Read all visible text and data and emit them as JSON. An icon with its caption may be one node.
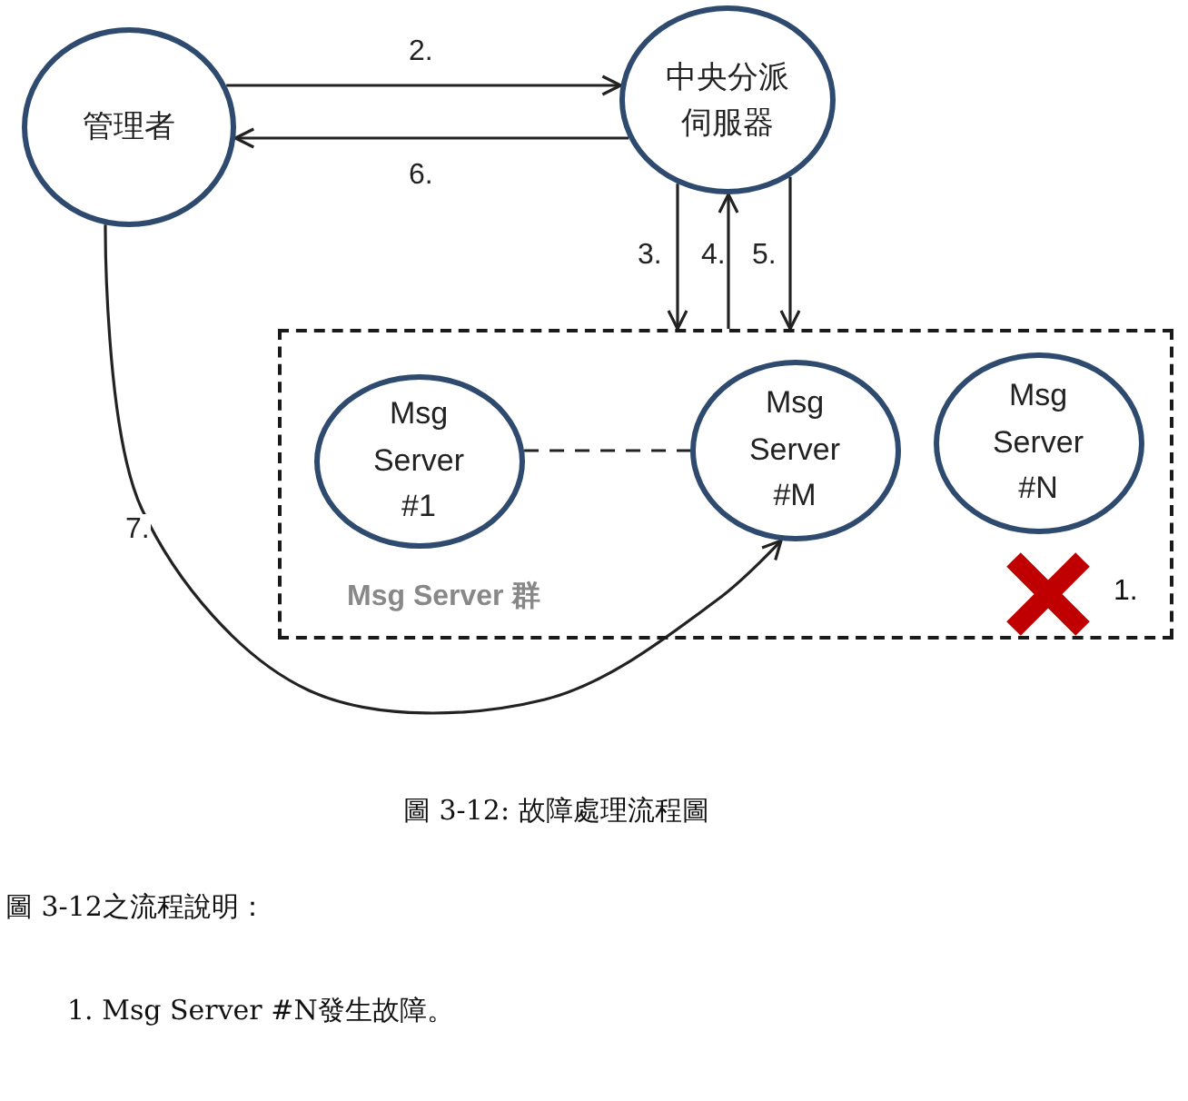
{
  "diagram": {
    "caption": "圖 3-12: 故障處理流程圖",
    "nodes": [
      {
        "text": [
          "管理者"
        ]
      },
      {
        "text": [
          "中央分派伺服器"
        ]
      },
      {
        "text": [
          "Msg Server 群"
        ]
      },
      {
        "text": [
          "Msg Server #1"
        ],
        "in": 2
      },
      {
        "text": [
          "Msg Server #M"
        ],
        "in": 2
      },
      {
        "text": [
          "Msg Server #N"
        ],
        "in": 2
      }
    ],
    "edges": [
      {
        "from": 0,
        "to": 1,
        "arrow": "to",
        "label": "2."
      },
      {
        "from": 1,
        "to": 0,
        "arrow": "to",
        "label": "6."
      },
      {
        "from": 1,
        "to": 2,
        "arrow": "to",
        "label": "3."
      },
      {
        "from": 2,
        "to": 1,
        "arrow": "to",
        "label": "4."
      },
      {
        "from": 1,
        "to": 2,
        "arrow": "to",
        "label": "5."
      },
      {
        "from": 3,
        "to": 4,
        "arrow": "none",
        "style": "dashed"
      },
      {
        "from": 0,
        "to": 4,
        "arrow": "to",
        "label": "7."
      }
    ],
    "labels": [
      "1.",
      "圖 3-12之流程說明：",
      "1. Msg Server #N發生故障。"
    ]
  }
}
